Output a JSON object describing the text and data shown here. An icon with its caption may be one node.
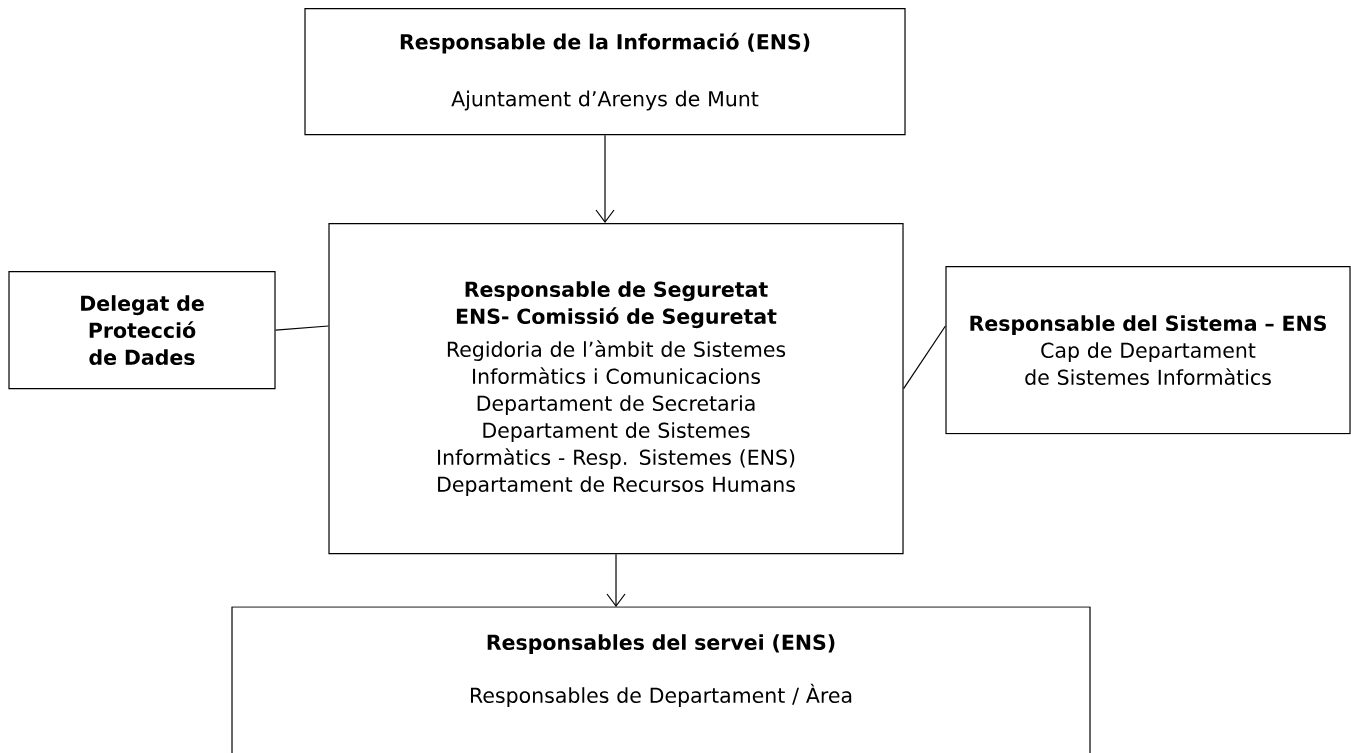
{
  "diagram": {
    "nodes": [
      {
        "text": [
          "Responsable de la Informació (ENS)",
          "Ajuntament d’Arenys de Munt"
        ]
      },
      {
        "text": [
          "Responsable de Seguretat ENS- Comissió de Seguretat",
          "Regidoria de l’àmbit de Sistemes Informàtics i Comunicacions",
          "Departament de Secretaria",
          "Departament de Sistemes Informàtics - Resp. Sistemes (ENS)",
          "Departament de Recursos Humans"
        ]
      },
      {
        "text": [
          "Delegat de Protecció de Dades"
        ]
      },
      {
        "text": [
          "Responsable del Sistema – ENS",
          "Cap de Departament de Sistemes Informàtics"
        ]
      },
      {
        "text": [
          "Responsables del servei (ENS)",
          "Responsables de Departament / Àrea"
        ]
      }
    ],
    "edges": [
      {
        "from": 0,
        "to": 1,
        "arrow": "to"
      },
      {
        "from": 2,
        "to": 1,
        "arrow": "none"
      },
      {
        "from": 1,
        "to": 3,
        "arrow": "none"
      },
      {
        "from": 1,
        "to": 4,
        "arrow": "to"
      }
    ]
  }
}
